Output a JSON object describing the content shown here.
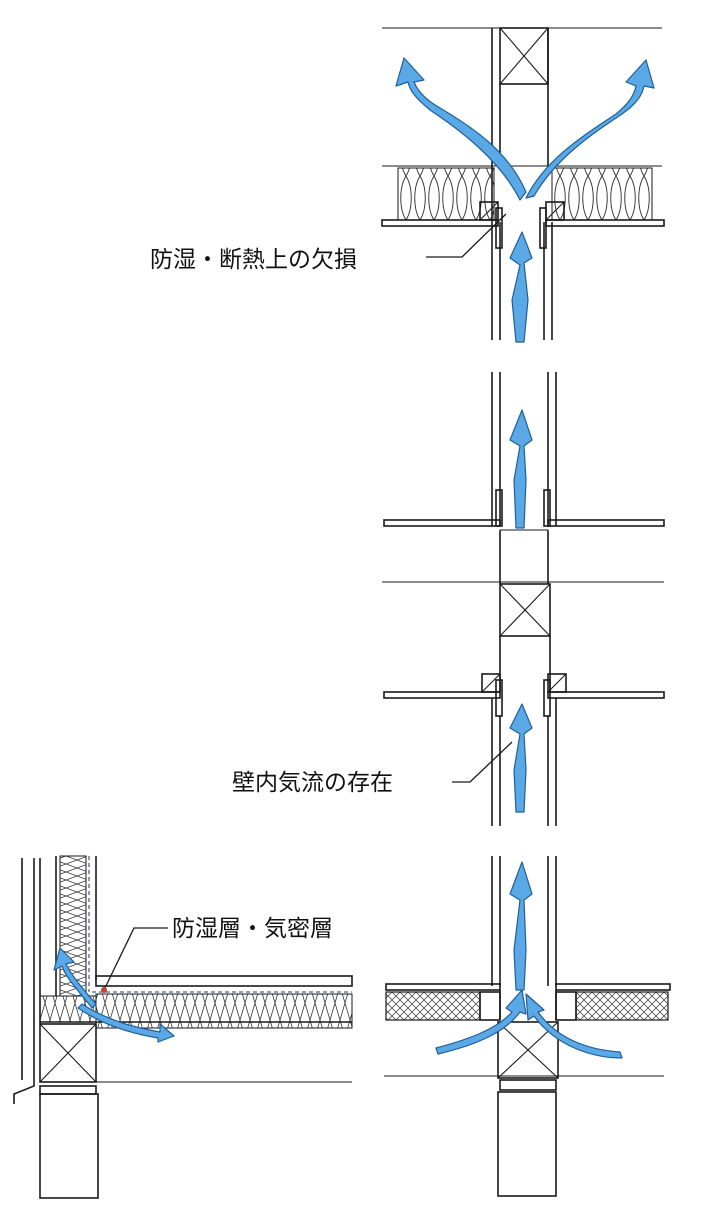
{
  "labels": {
    "defect": "防湿・断熱上の欠損",
    "wall_airflow": "壁内気流の存在",
    "vapor_barrier": "防湿層・気密層"
  },
  "colors": {
    "arrow_fill": "#5aa9e6",
    "arrow_stroke": "#1f5f99",
    "vapor_line": "#4a5fb0",
    "leader_accent": "#c8412f",
    "line": "#1a1a1a"
  },
  "icons": {
    "joist": "cross-box-icon",
    "insulation": "batt-insulation-icon",
    "airflow": "airflow-arrow-icon"
  }
}
